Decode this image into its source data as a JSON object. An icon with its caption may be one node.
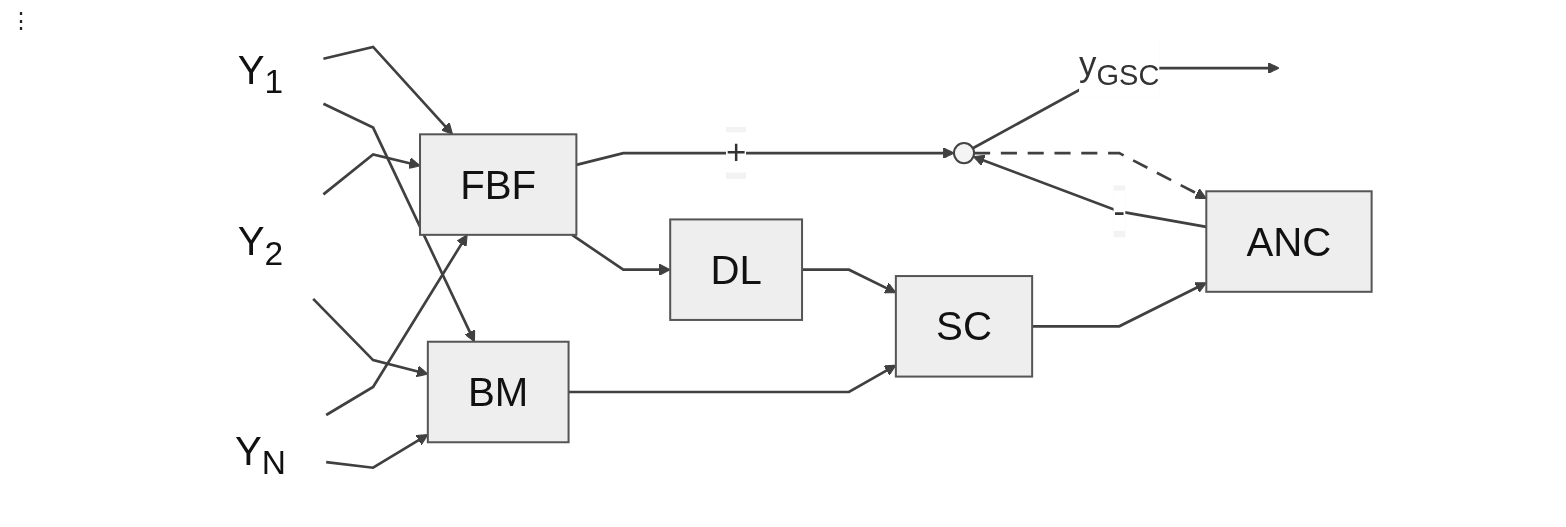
{
  "diagram": {
    "nodes": [
      {
        "text": [
          "Y$_{1}$"
        ]
      },
      {
        "text": [
          "Y$_{2}$"
        ]
      },
      {
        "text": [
          "Y$_{N}$"
        ]
      },
      {
        "text": [
          "FBF"
        ]
      },
      {
        "text": [
          "DL"
        ]
      },
      {
        "text": [
          "BM"
        ]
      },
      {
        "text": [
          "SC"
        ]
      },
      {
        "text": [
          "ANC"
        ]
      },
      {
        "text": [],
        "shape": "circle"
      }
    ],
    "edges": [
      {
        "from": 0,
        "to": 3,
        "arrow": "to"
      },
      {
        "from": 1,
        "to": 3,
        "arrow": "to"
      },
      {
        "from": 2,
        "to": 3,
        "arrow": "to"
      },
      {
        "from": 0,
        "to": 5,
        "arrow": "to"
      },
      {
        "from": 1,
        "to": 5,
        "arrow": "to"
      },
      {
        "from": 2,
        "to": 5,
        "arrow": "to"
      },
      {
        "from": 3,
        "to": 8,
        "arrow": "to",
        "label": "+"
      },
      {
        "from": 3,
        "to": 4,
        "arrow": "to"
      },
      {
        "from": 4,
        "to": 6,
        "arrow": "to"
      },
      {
        "from": 5,
        "to": 6,
        "arrow": "to"
      },
      {
        "from": 6,
        "to": 7,
        "arrow": "to"
      },
      {
        "from": 7,
        "to": 8,
        "arrow": "to",
        "label": "-"
      },
      {
        "from": 8,
        "to": null,
        "arrow": "to",
        "label": "y$_{GSC}$"
      },
      {
        "from": 8,
        "to": 7,
        "arrow": "to",
        "style": "dashed"
      }
    ],
    "labels": [
      "⋮"
    ]
  }
}
